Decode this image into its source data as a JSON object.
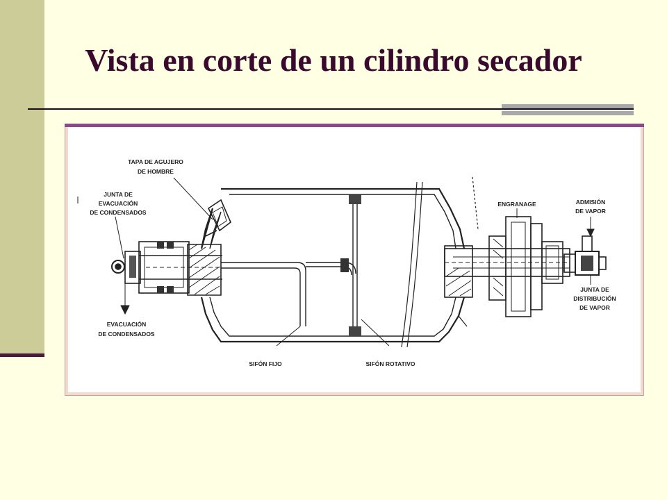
{
  "slide": {
    "title": "Vista en corte de un cilindro secador"
  },
  "diagram": {
    "labels": {
      "tapa_1": "TAPA DE AGUJERO",
      "tapa_2": "DE HOMBRE",
      "junta_evac_1": "JUNTA DE",
      "junta_evac_2": "EVACUACIÓN",
      "junta_evac_3": "DE CONDENSADOS",
      "evac_1": "EVACUACIÓN",
      "evac_2": "DE CONDENSADOS",
      "sifon_fijo": "SIFÓN FIJO",
      "sifon_rotativo": "SIFÓN ROTATIVO",
      "engranage": "ENGRANAGE",
      "admision_1": "ADMISIÓN",
      "admision_2": "DE VAPOR",
      "junta_dist_1": "JUNTA DE",
      "junta_dist_2": "DISTRIBUCIÓN",
      "junta_dist_3": "DE VAPOR"
    }
  }
}
